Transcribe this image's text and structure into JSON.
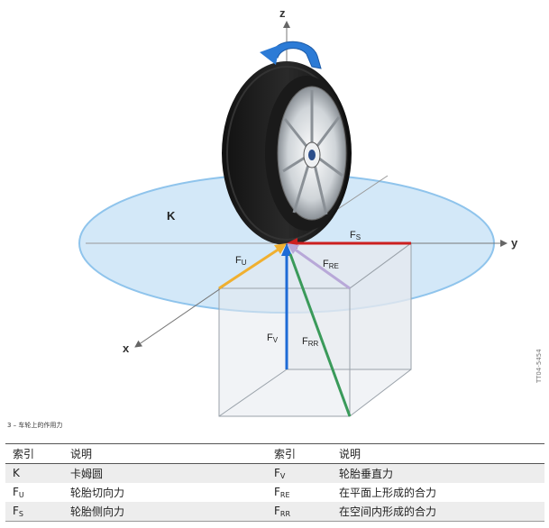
{
  "figure": {
    "axes": {
      "z": "z",
      "y": "y",
      "x": "x"
    },
    "circle_label": "K",
    "forces": [
      {
        "id": "fs",
        "main": "F",
        "sub": "S",
        "color": "#cc1f1f"
      },
      {
        "id": "fu",
        "main": "F",
        "sub": "U",
        "color": "#f0b030"
      },
      {
        "id": "fre",
        "main": "F",
        "sub": "RE",
        "color": "#b8a8d8"
      },
      {
        "id": "fv",
        "main": "F",
        "sub": "V",
        "color": "#1e6bd6"
      },
      {
        "id": "frr",
        "main": "F",
        "sub": "RR",
        "color": "#3a9a5a"
      }
    ],
    "rotation_arrow_color": "#2c7bd6",
    "ellipse_color": "#cfe6f7",
    "caption": "3 – 车轮上的作用力",
    "image_code": "TT04-5454"
  },
  "legend_table": {
    "headers": [
      "索引",
      "说明",
      "索引",
      "说明"
    ],
    "rows": [
      {
        "idx1": "K",
        "idx1_sub": "",
        "desc1": "卡姆圆",
        "idx2": "F",
        "idx2_sub": "V",
        "desc2": "轮胎垂直力"
      },
      {
        "idx1": "F",
        "idx1_sub": "U",
        "desc1": "轮胎切向力",
        "idx2": "F",
        "idx2_sub": "RE",
        "desc2": "在平面上形成的合力"
      },
      {
        "idx1": "F",
        "idx1_sub": "S",
        "desc1": "轮胎侧向力",
        "idx2": "F",
        "idx2_sub": "RR",
        "desc2": "在空间内形成的合力"
      }
    ]
  }
}
